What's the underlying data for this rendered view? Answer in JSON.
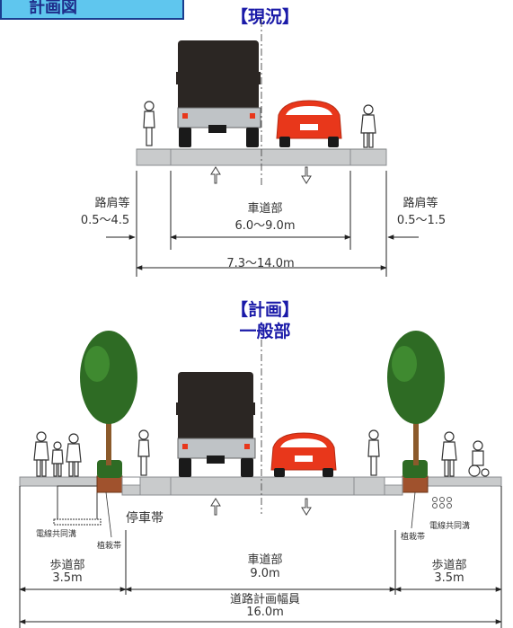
{
  "header_tab": "計画図",
  "current": {
    "title": "【現況】",
    "shoulder_left_label": "路肩等",
    "shoulder_left_value": "0.5～4.5",
    "roadway_label": "車道部",
    "roadway_value": "6.0～9.0m",
    "shoulder_right_label": "路肩等",
    "shoulder_right_value": "0.5～1.5",
    "total_value": "7.3～14.0m"
  },
  "plan": {
    "title": "【計画】",
    "subtitle": "一般部",
    "parking_label": "停車帯",
    "utility_left_label": "電線共同溝",
    "planting_left_label": "植栽帯",
    "utility_right_label": "電線共同溝",
    "planting_right_label": "植栽帯",
    "sidewalk_left_label": "歩道部",
    "sidewalk_left_value": "3.5m",
    "roadway_label": "車道部",
    "roadway_value": "9.0m",
    "sidewalk_right_label": "歩道部",
    "sidewalk_right_value": "3.5m",
    "total_label": "道路計画幅員",
    "total_value": "16.0m"
  },
  "colors": {
    "title_blue": "#1a1aa8",
    "tab_fill": "#5fc6ee",
    "car_red": "#e8371b",
    "truck_dark": "#2b2623",
    "tree_green": "#2e6b24",
    "road_gray": "#c9cbcc",
    "planting_brown": "#a0522d"
  }
}
